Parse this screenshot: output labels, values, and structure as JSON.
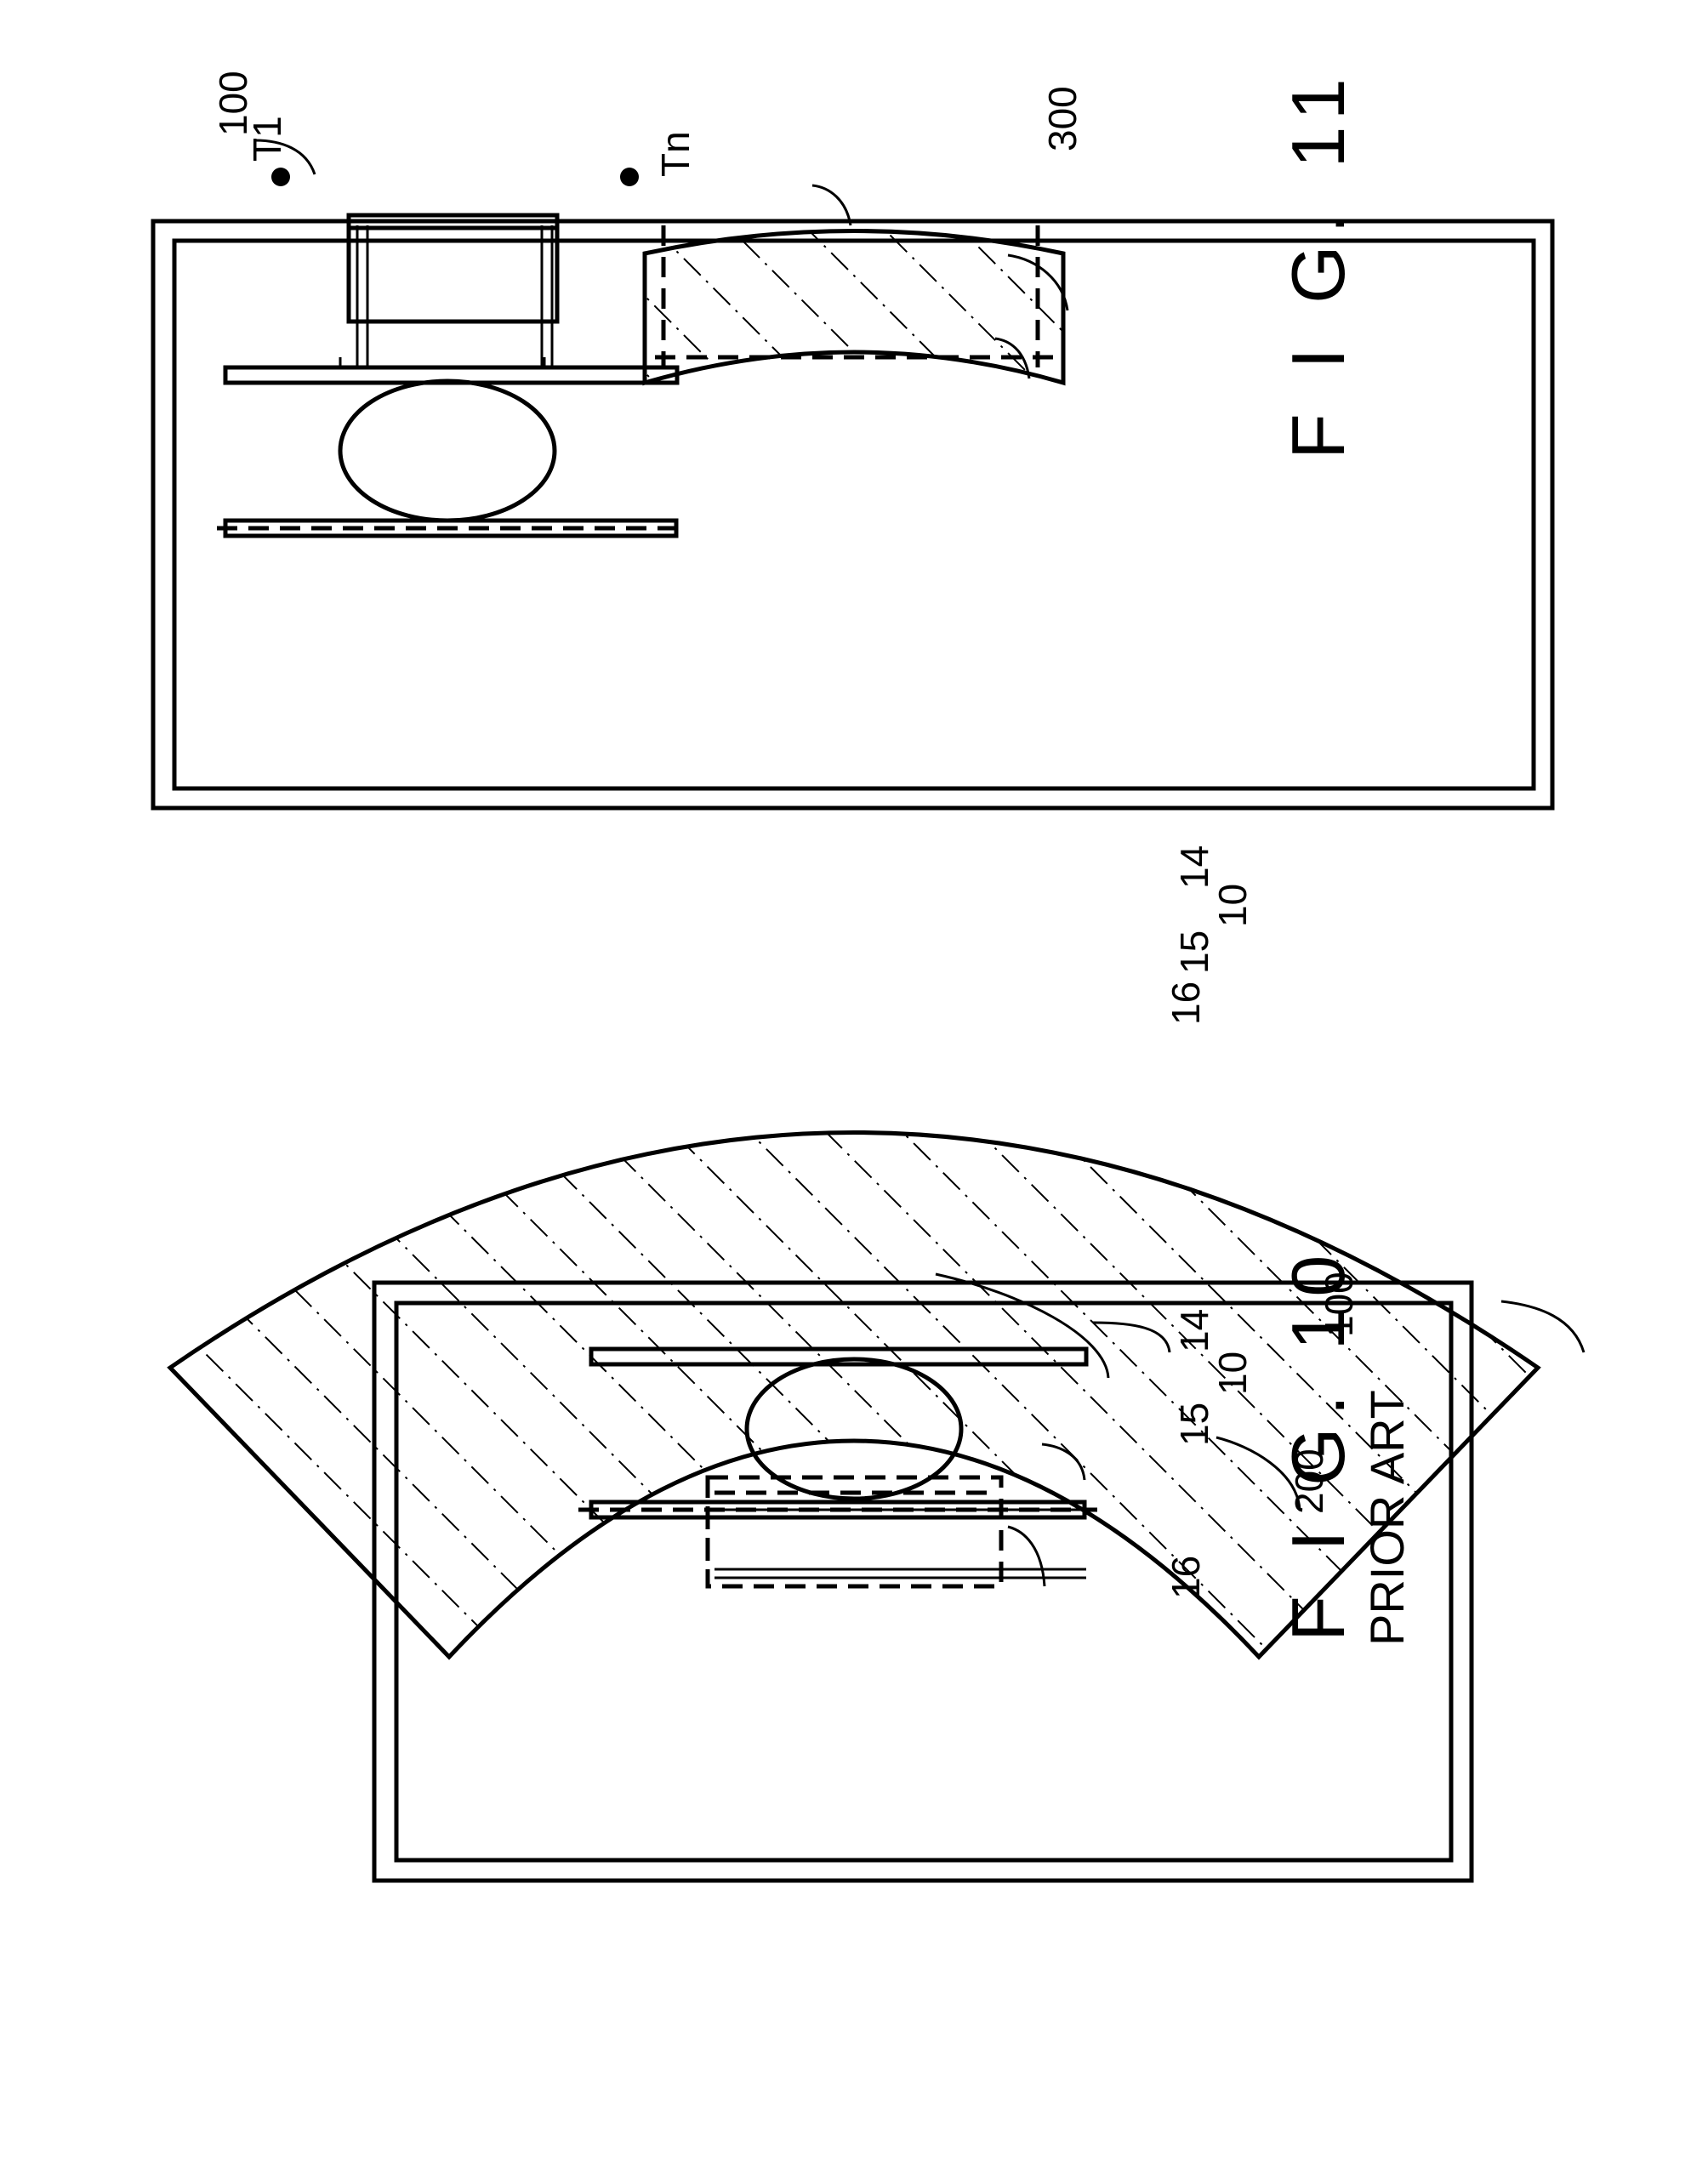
{
  "figure_10": {
    "title": "F I G. 10",
    "subtitle": "PRIOR ART",
    "labels": {
      "ref_100": "100",
      "ref_200": "200",
      "ref_14": "14",
      "ref_10": "10",
      "ref_15": "15",
      "ref_16": "16"
    }
  },
  "figure_11": {
    "title": "F I G. 11",
    "labels": {
      "ref_100": "100",
      "ref_300": "300",
      "ref_14": "14",
      "ref_10": "10",
      "ref_15": "15",
      "ref_16": "16",
      "ref_t1": "T1",
      "ref_tn": "Tn"
    }
  }
}
